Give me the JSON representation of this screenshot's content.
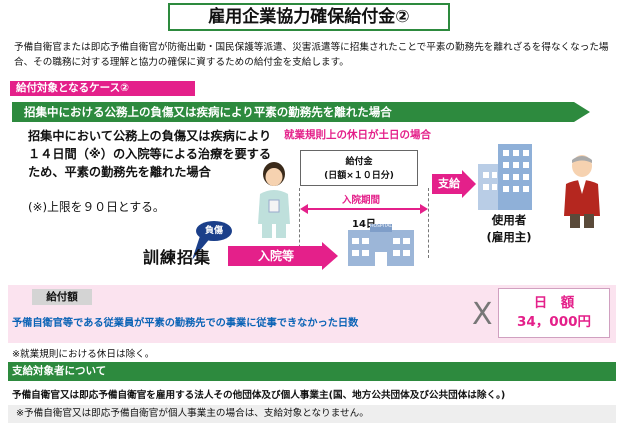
{
  "title": "雇用企業協力確保給付金②",
  "intro": "予備自衛官または即応予備自衛官が防衛出動・国民保護等派遣、災害派遣等に招集されたことで平素の勤務先を離れざるを得なくなった場合、その職務に対する理解と協力の確保に資するための給付金を支給します。",
  "case": {
    "label": "給付対象となるケース②",
    "heading": "招集中における公務上の負傷又は疾病により平素の勤務先を離れた場合",
    "condition": "招集中において公務上の負傷又は疾病により１４日間（※）の入院等による治療を要するため、平素の勤務先を離れた場合",
    "condition_note": "(※)上限を９０日とする。"
  },
  "diagram": {
    "holiday_note": "就業規則上の休日が土日の場合",
    "benefit_title": "給付金",
    "benefit_detail": "(日額×１０日分)",
    "period_label": "入院期間",
    "days_label": "14日",
    "pay_label": "支給",
    "payer_line1": "使用者",
    "payer_line2": "(雇用主)",
    "injury_label": "負傷",
    "training_label": "訓練招集",
    "hospital_arrow_label": "入院等",
    "hospital_sign": "HOSPITAL"
  },
  "amount": {
    "tab": "給付額",
    "text": "予備自衛官等である従業員が平素の勤務先での事業に従事できなかった日数",
    "times": "X",
    "daily_label": "日　額",
    "daily_value": "34，000円",
    "note": "※就業規則における休日は除く。"
  },
  "payee": {
    "heading": "支給対象者について",
    "text": "予備自衛官又は即応予備自衛官を雇用する法人その他団体及び個人事業主(国、地方公共団体及び公共団体は除く。)",
    "note": "※予備自衛官又は即応予備自衛官が個人事業主の場合は、支給対象となりません。"
  },
  "colors": {
    "accent_pink": "#e4208a",
    "accent_green": "#2d8a3e",
    "text_blue": "#0a63b6",
    "navy": "#1b3f8a"
  }
}
